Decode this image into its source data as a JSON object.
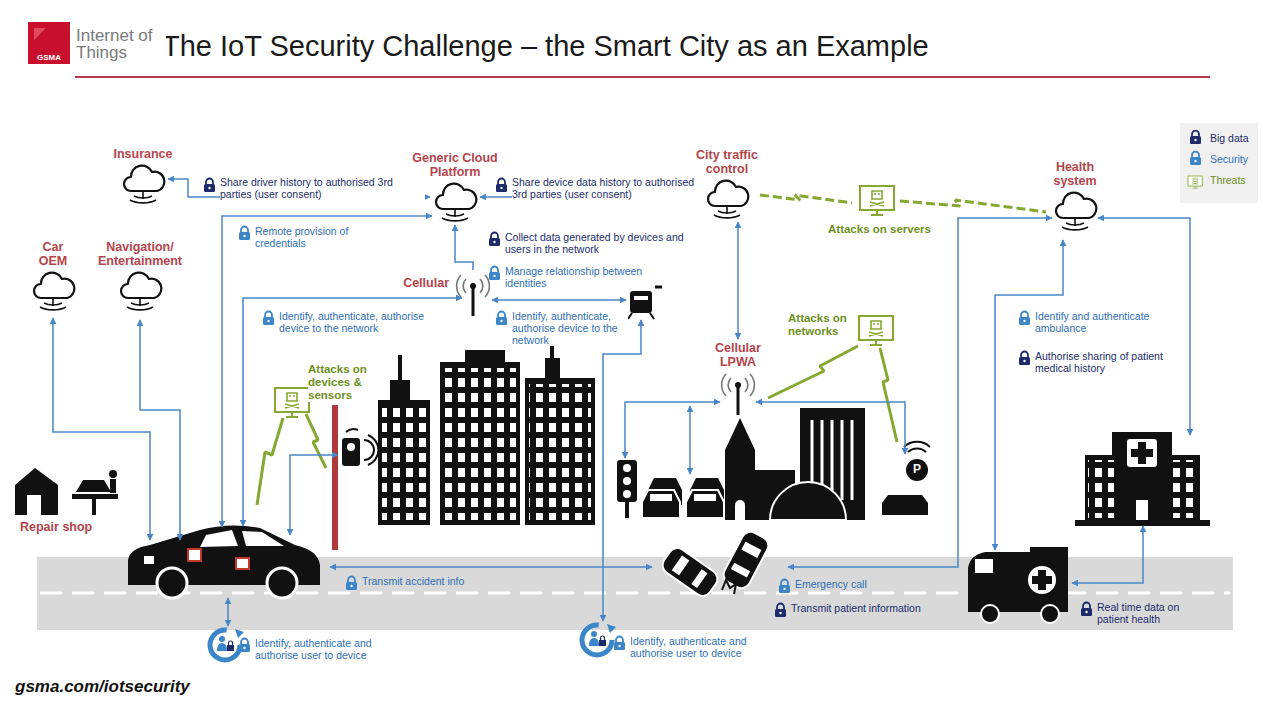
{
  "diagram": {
    "title": "The IoT Security Challenge – the Smart City as an Example",
    "caption": "gsma.com/iotsecurity",
    "nodes": [
      {
        "text": [
          "Insurance"
        ]
      },
      {
        "text": [
          "Car OEM"
        ]
      },
      {
        "text": [
          "Navigation/ Entertainment"
        ]
      },
      {
        "text": [
          "Generic Cloud Platform"
        ]
      },
      {
        "text": [
          "City traffic control"
        ]
      },
      {
        "text": [
          "Health system"
        ]
      },
      {
        "text": [
          "Cellular"
        ]
      },
      {
        "text": [
          "Cellular LPWA"
        ]
      }
    ],
    "edges": [
      {
        "from": 0,
        "to": 3,
        "arrow": "both",
        "label": "Share driver history to authorised 3rd parties (user consent)"
      },
      {
        "from": 3,
        "to": 4,
        "arrow": "both",
        "label": "Share device data history to authorised 3rd parties (user consent)"
      },
      {
        "from": 6,
        "to": 3,
        "arrow": "to"
      },
      {
        "from": 4,
        "to": 7,
        "arrow": "both"
      }
    ],
    "labels": [
      "GSMA",
      "Internet of Things",
      "Remote provision of credentials",
      "Collect data generated by devices and users in the network",
      "Manage relationship between identities",
      "Identify, authenticate, authorise device to the network",
      "Identify, authenticate, authorise device to the network",
      "Attacks on servers",
      "Attacks on networks",
      "Attacks on devices & sensors",
      "Identify and authenticate ambulance",
      "Authorise sharing of patient medical history",
      "Repair shop",
      "P",
      "Transmit accident info",
      "Emergency call",
      "Transmit patient information",
      "Real time data on patient health",
      "Identify, authenticate and authorise user to device",
      "Identify, authenticate and authorise user to device"
    ],
    "legend": [
      {
        "text": "Big data",
        "color": "#1d2b6b"
      },
      {
        "text": "Security",
        "color": "#3a86c9"
      },
      {
        "text": "Threats"
      }
    ]
  }
}
